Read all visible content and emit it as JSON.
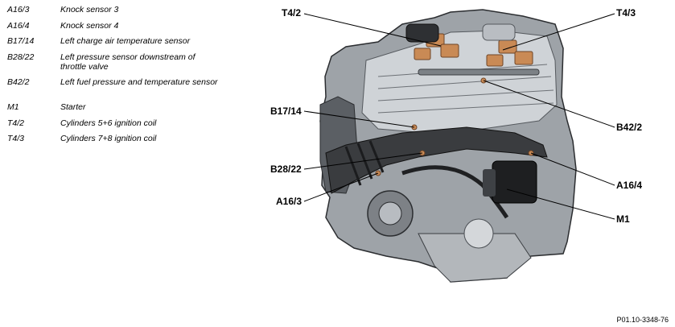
{
  "legend": [
    {
      "code": "A16/3",
      "desc": "Knock sensor 3"
    },
    {
      "code": "A16/4",
      "desc": "Knock sensor 4"
    },
    {
      "code": "B17/14",
      "desc": "Left charge air temperature sensor"
    },
    {
      "code": "B28/22",
      "desc": "Left pressure sensor downstream of throttle valve"
    },
    {
      "code": "B42/2",
      "desc": "Left fuel pressure and temperature sensor"
    },
    {
      "code": "M1",
      "desc": "Starter"
    },
    {
      "code": "T4/2",
      "desc": "Cylinders 5+6 ignition coil"
    },
    {
      "code": "T4/3",
      "desc": "Cylinders 7+8 ignition coil"
    }
  ],
  "callouts": {
    "t42": "T4/2",
    "t43": "T4/3",
    "b1714": "B17/14",
    "b422": "B42/2",
    "b2822": "B28/22",
    "a164": "A16/4",
    "a163": "A16/3",
    "m1": "M1"
  },
  "figure_code": "P01.10-3348-76",
  "colors": {
    "engine_dark": "#2b2d30",
    "engine_mid": "#8d9196",
    "engine_light": "#d9dcdf",
    "highlight_copper": "#c98a55",
    "intake_duct": "#3a3c3f"
  }
}
